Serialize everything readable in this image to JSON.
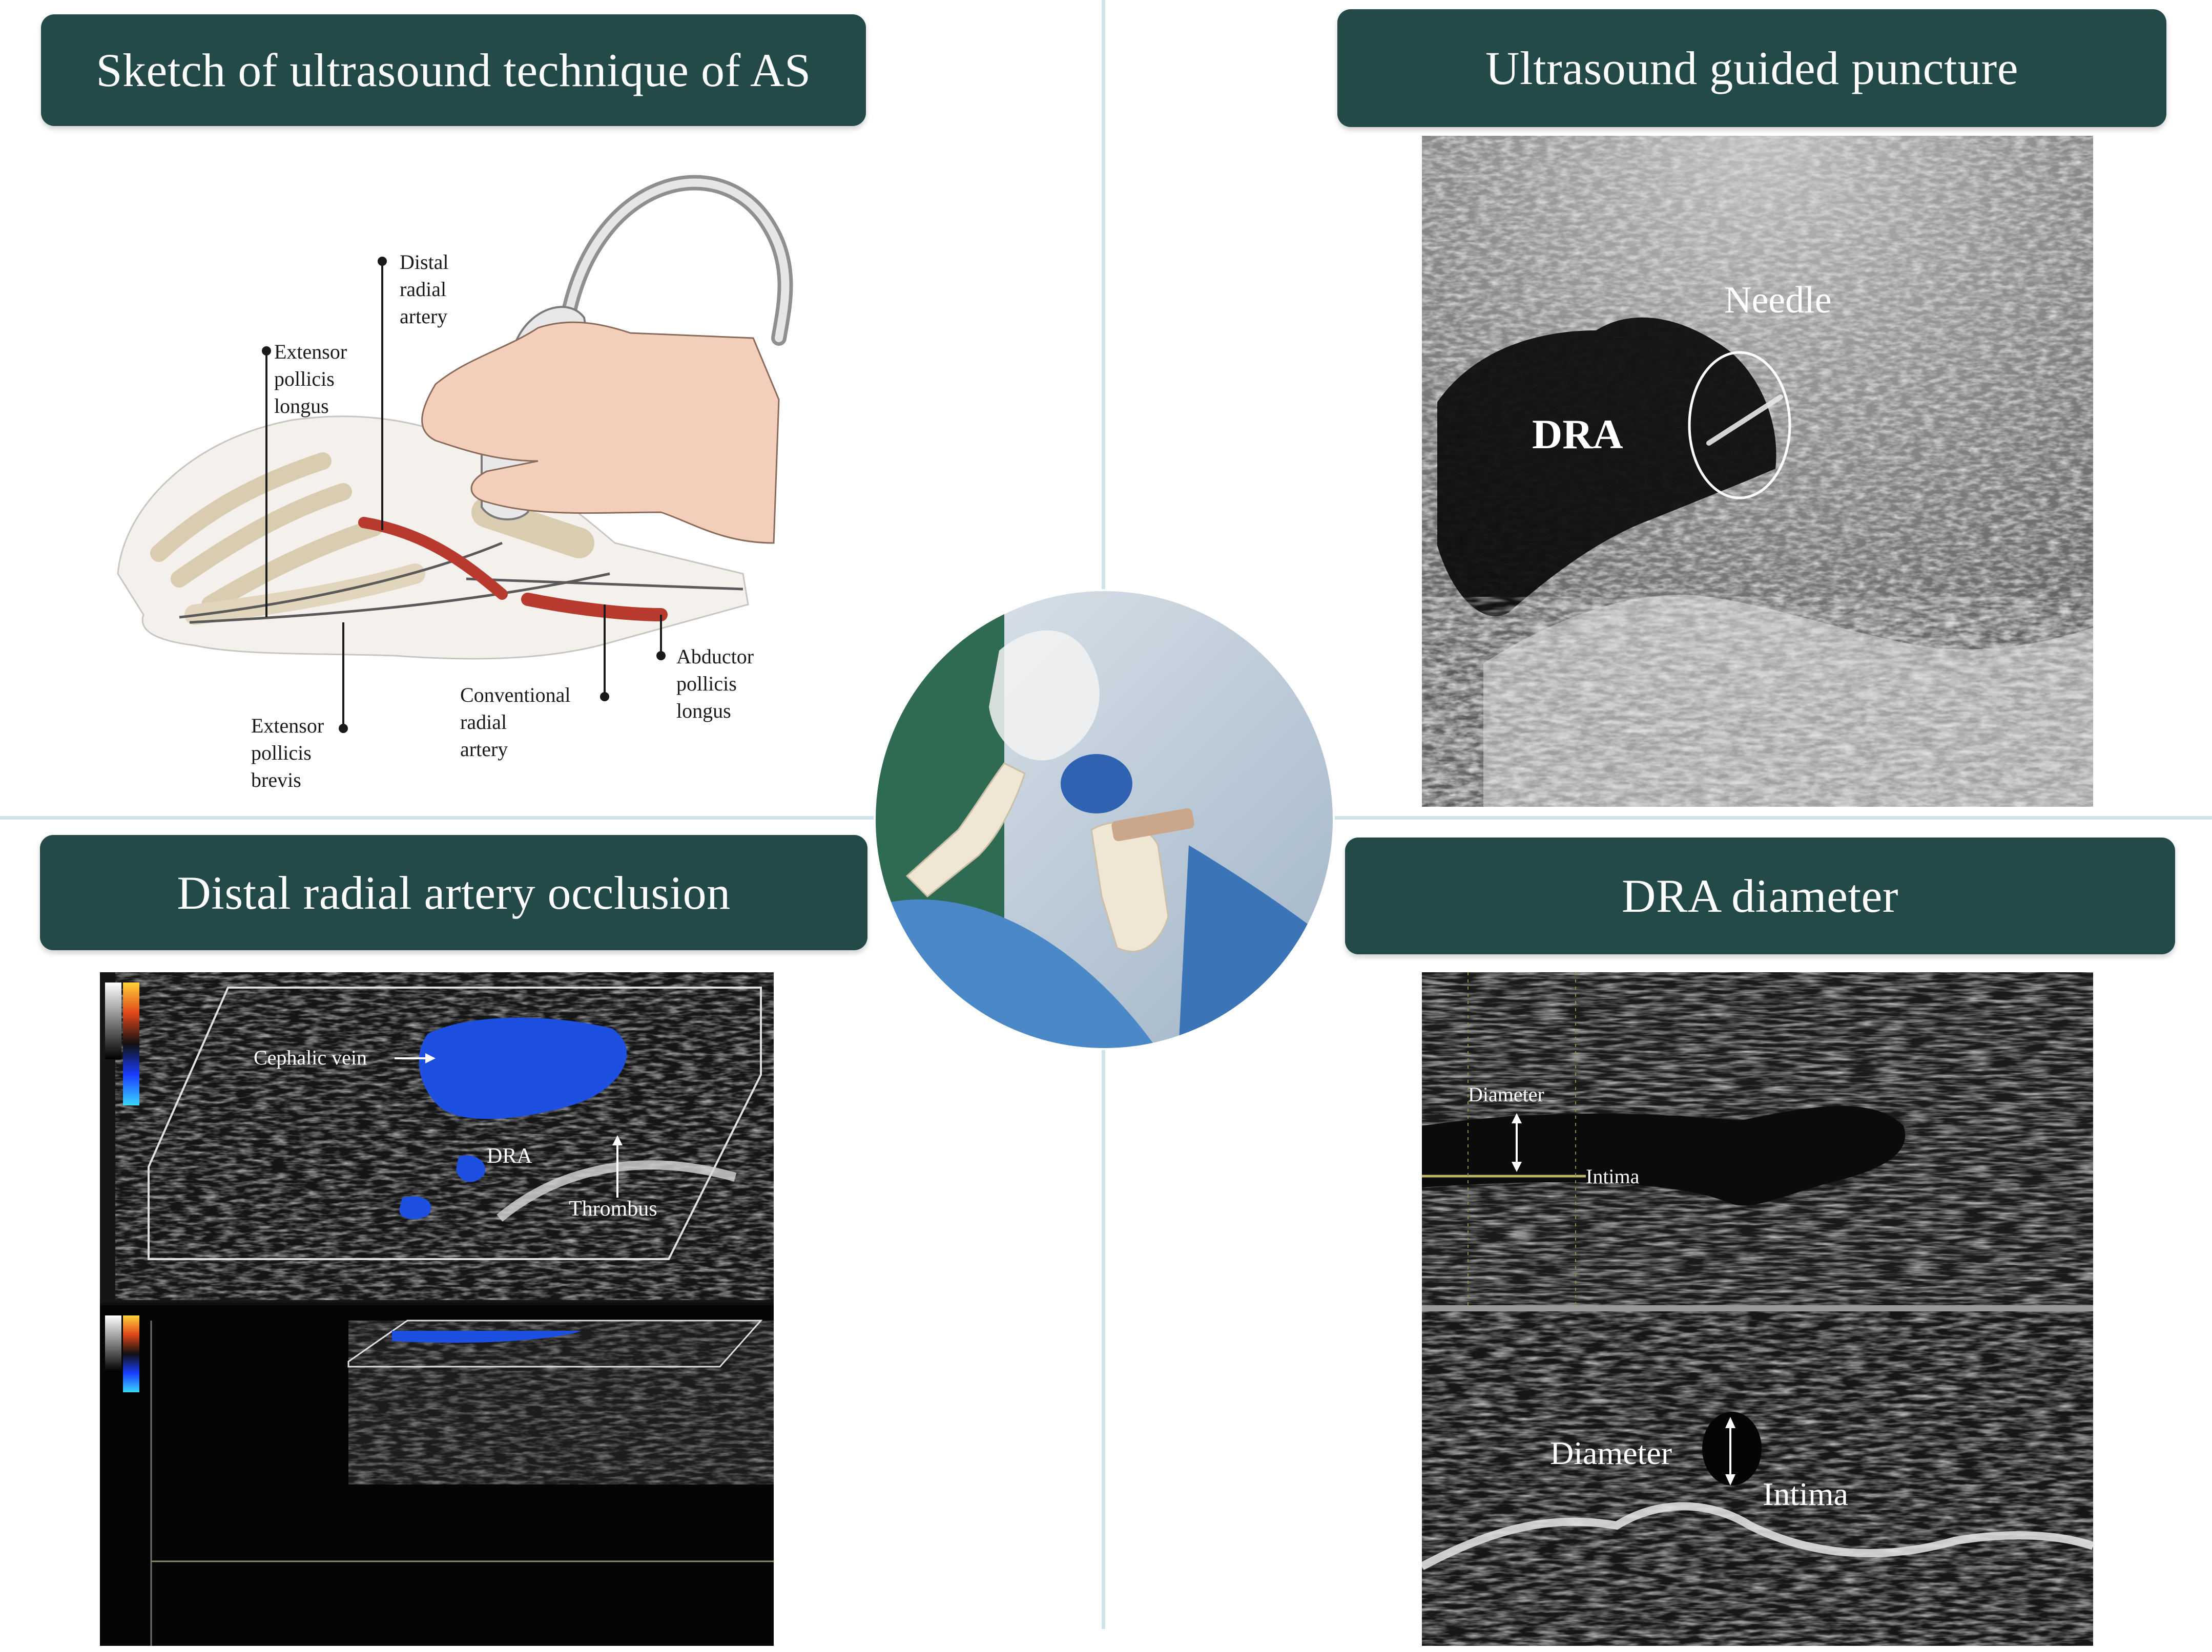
{
  "panels": {
    "sketch": {
      "title": "Sketch of ultrasound technique of AS",
      "labels": {
        "distal_radial_artery": [
          "Distal",
          "radial",
          "artery"
        ],
        "extensor_pollicis_longus": [
          "Extensor",
          "pollicis",
          "longus"
        ],
        "abductor_pollicis_longus": [
          "Abductor",
          "pollicis",
          "longus"
        ],
        "conventional_radial_artery": [
          "Conventional",
          "radial",
          "artery"
        ],
        "extensor_pollicis_brevis": [
          "Extensor",
          "pollicis",
          "brevis"
        ]
      }
    },
    "puncture": {
      "title": "Ultrasound guided puncture",
      "labels": {
        "needle": "Needle",
        "dra": "DRA"
      }
    },
    "occlusion": {
      "title": "Distal radial artery occlusion",
      "labels": {
        "cephalic_vein": "Cephalic vein",
        "dra": "DRA",
        "thrombus": "Thrombus"
      }
    },
    "diameter": {
      "title": "DRA diameter",
      "labels": {
        "diameter_top": "Diameter",
        "intima_top": "Intima",
        "diameter_bottom": "Diameter",
        "intima_bottom": "Intima"
      }
    }
  },
  "colors": {
    "banner_bg": "#234a48",
    "divider": "#cfe3ea",
    "radial_artery": "#b83a2e",
    "doppler_blue": "#1d4fe0"
  }
}
